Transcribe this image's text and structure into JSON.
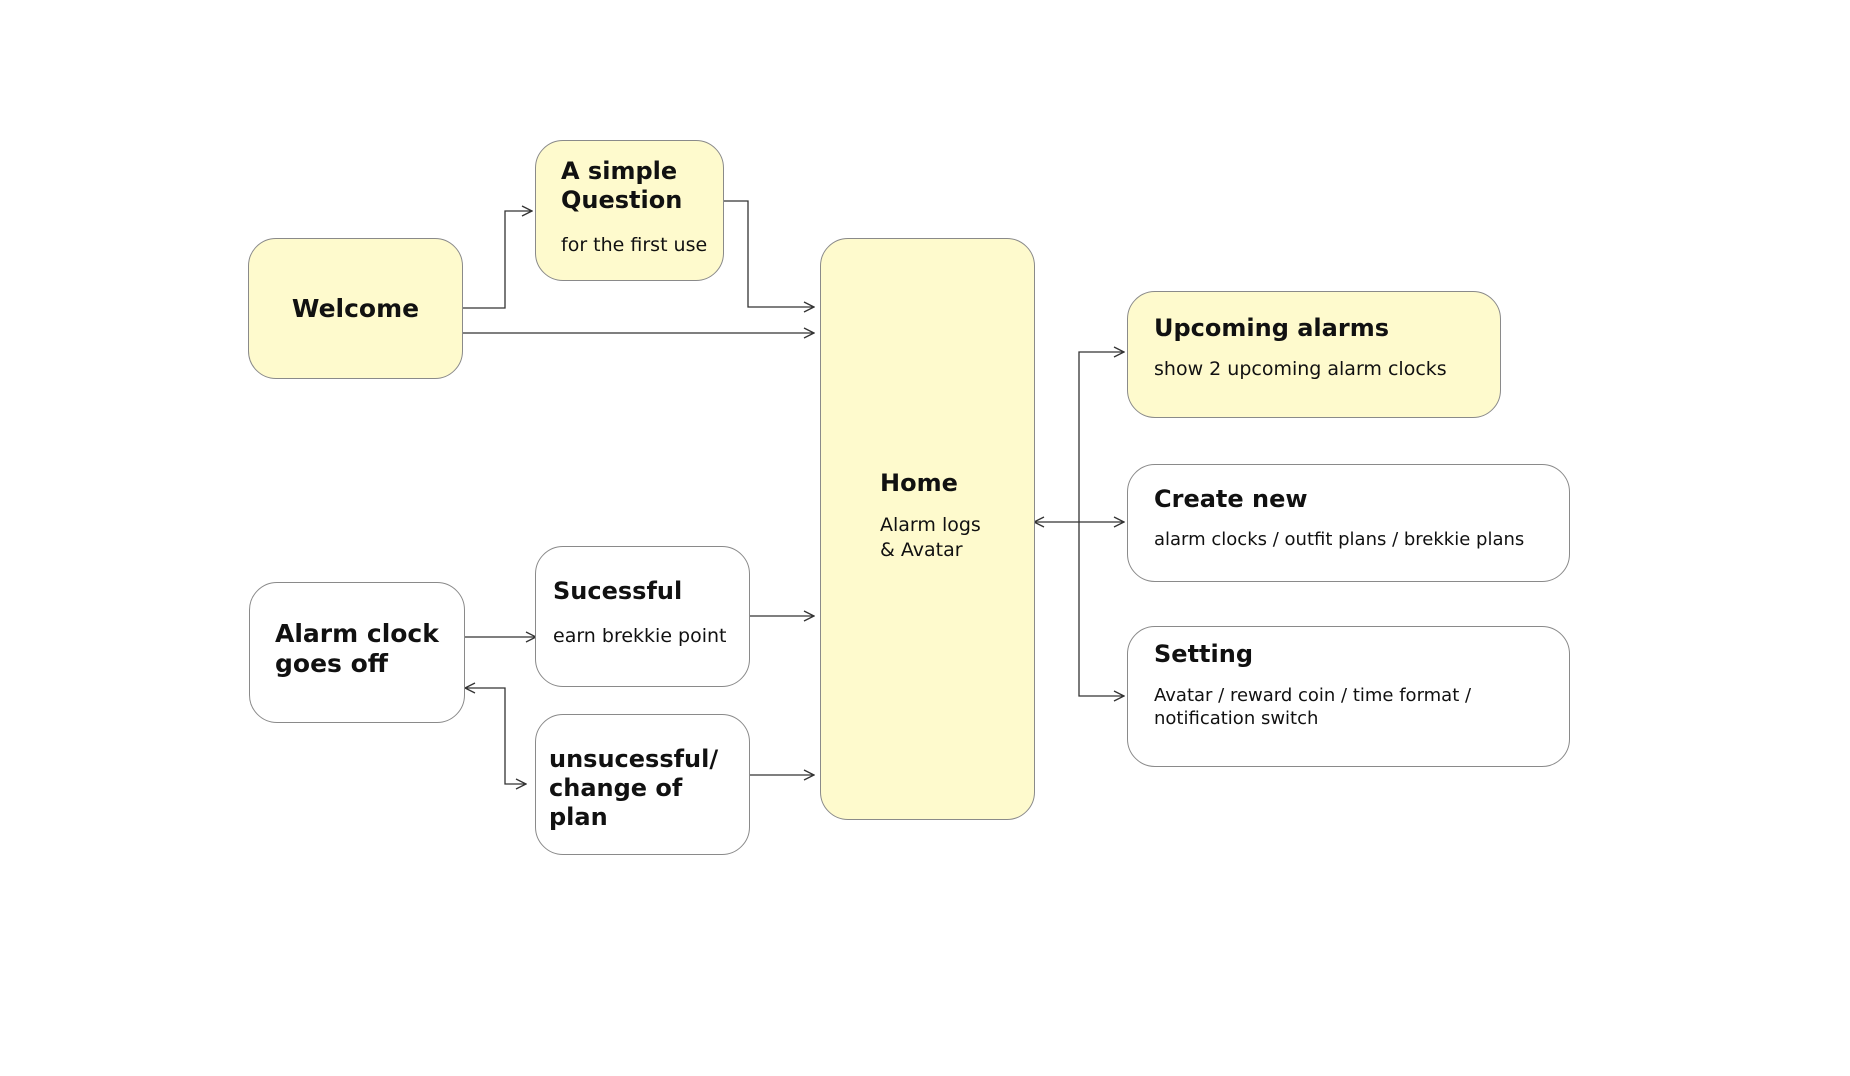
{
  "colors": {
    "highlight": "#fefacd",
    "plain": "#ffffff",
    "border": "#8a8a8a",
    "line": "#333333"
  },
  "nodes": {
    "welcome": {
      "title": "Welcome",
      "highlighted": true
    },
    "question": {
      "title": "A simple\nQuestion",
      "sub": "for the first use",
      "highlighted": true
    },
    "home": {
      "title": "Home",
      "sub": "Alarm logs\n& Avatar",
      "highlighted": true
    },
    "upcoming": {
      "title": "Upcoming alarms",
      "sub": "show 2 upcoming alarm clocks",
      "highlighted": true
    },
    "create": {
      "title": "Create new",
      "sub": "alarm clocks / outfit plans / brekkie plans",
      "highlighted": false
    },
    "setting": {
      "title": "Setting",
      "sub": "Avatar / reward coin / time format /\nnotification switch",
      "highlighted": false
    },
    "alarm": {
      "title": "Alarm clock\ngoes off",
      "highlighted": false
    },
    "success": {
      "title": "Sucessful",
      "sub": "earn brekkie point",
      "highlighted": false
    },
    "fail": {
      "title": "unsucessful/\nchange of plan",
      "highlighted": false
    }
  },
  "edges": [
    {
      "from": "welcome",
      "to": "question"
    },
    {
      "from": "welcome",
      "to": "home"
    },
    {
      "from": "question",
      "to": "home"
    },
    {
      "from": "home",
      "to": "upcoming"
    },
    {
      "from": "home",
      "to": "create",
      "bidirectional": true
    },
    {
      "from": "home",
      "to": "setting"
    },
    {
      "from": "alarm",
      "to": "success"
    },
    {
      "from": "alarm",
      "to": "fail",
      "bidirectional": true
    },
    {
      "from": "success",
      "to": "home"
    },
    {
      "from": "fail",
      "to": "home"
    }
  ]
}
